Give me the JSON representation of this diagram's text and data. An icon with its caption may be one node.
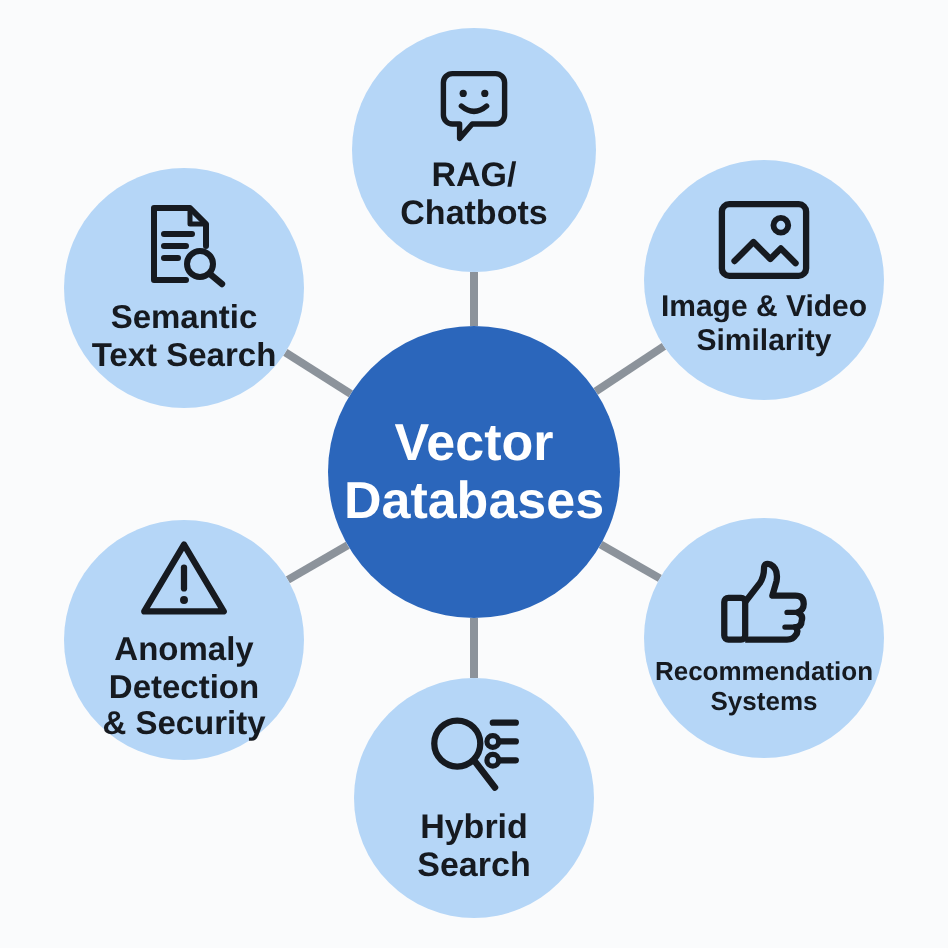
{
  "diagram": {
    "nodes": [
      {
        "text": [
          "RAG/ Chatbots"
        ]
      },
      {
        "text": [
          "Semantic Text Search"
        ]
      },
      {
        "text": [
          "Image & Video Similarity"
        ]
      },
      {
        "text": [
          "Vector Databases"
        ]
      },
      {
        "text": [
          "Anomaly Detection & Security"
        ]
      },
      {
        "text": [
          "Recommendation Systems"
        ]
      },
      {
        "text": [
          "Hybrid Search"
        ]
      }
    ],
    "edges": [
      {
        "from": 3,
        "to": 0,
        "arrow": "none"
      },
      {
        "from": 3,
        "to": 1,
        "arrow": "none"
      },
      {
        "from": 3,
        "to": 2,
        "arrow": "none"
      },
      {
        "from": 3,
        "to": 4,
        "arrow": "none"
      },
      {
        "from": 3,
        "to": 5,
        "arrow": "none"
      },
      {
        "from": 3,
        "to": 6,
        "arrow": "none"
      }
    ]
  }
}
